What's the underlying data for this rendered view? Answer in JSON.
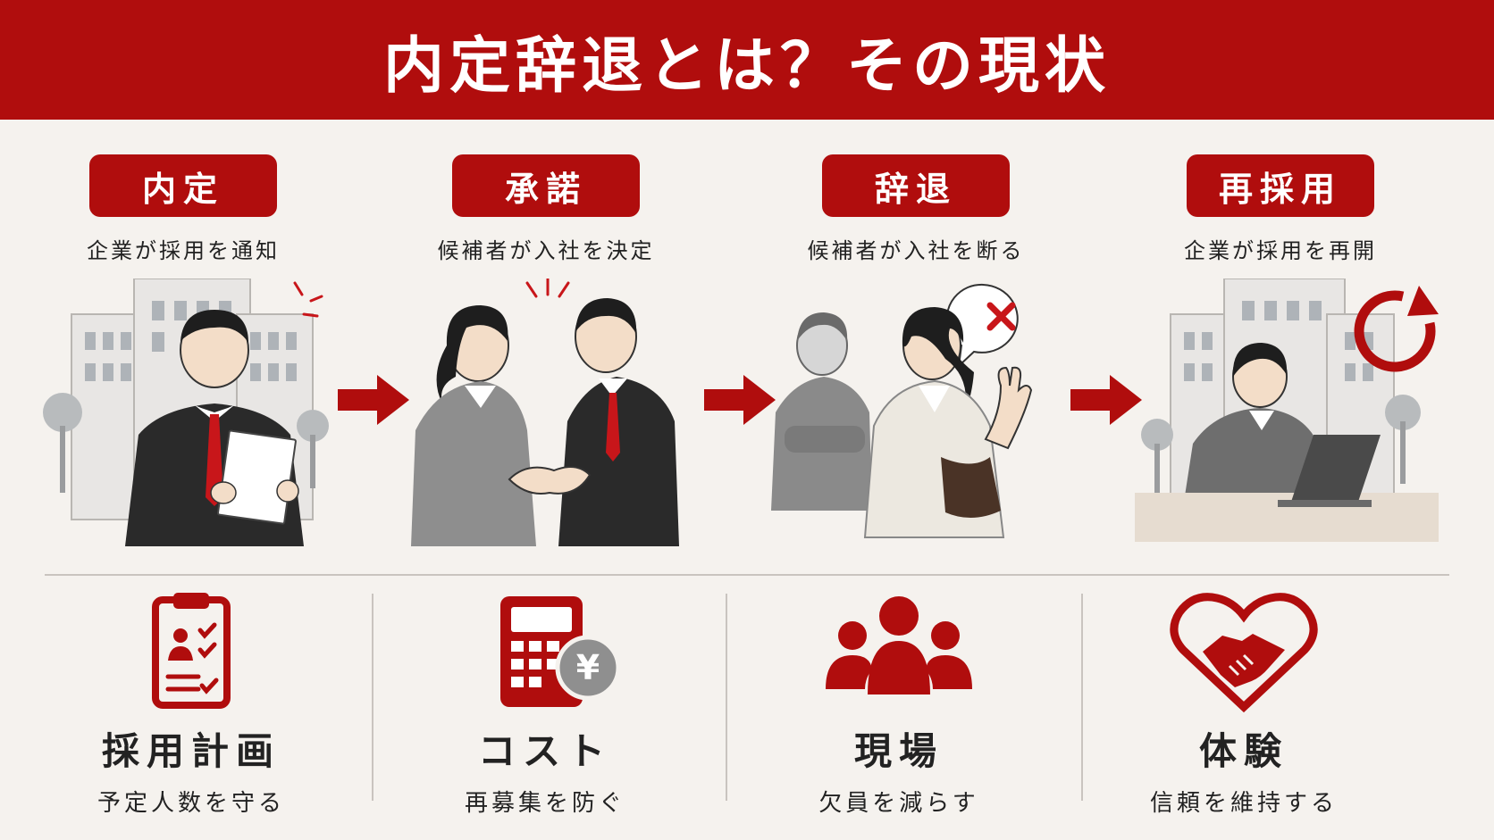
{
  "title": "内定辞退とは？その現状",
  "colors": {
    "accent": "#b00d0d",
    "background": "#f5f2ee",
    "gray": "#8a8a8a",
    "dark": "#2b2b2b"
  },
  "steps": [
    {
      "label": "内定",
      "desc": "企業が採用を通知",
      "icon": "office-building-with-man-holding-letter"
    },
    {
      "label": "承諾",
      "desc": "候補者が入社を決定",
      "icon": "handshake-people"
    },
    {
      "label": "辞退",
      "desc": "候補者が入社を断る",
      "icon": "woman-declining-with-x-bubble"
    },
    {
      "label": "再採用",
      "desc": "企業が採用を再開",
      "icon": "woman-at-laptop-with-refresh"
    }
  ],
  "impacts": [
    {
      "title": "採用計画",
      "sub": "予定人数を守る",
      "icon": "clipboard-checklist-icon"
    },
    {
      "title": "コスト",
      "sub": "再募集を防ぐ",
      "icon": "calculator-yen-icon"
    },
    {
      "title": "現場",
      "sub": "欠員を減らす",
      "icon": "team-people-icon"
    },
    {
      "title": "体験",
      "sub": "信頼を維持する",
      "icon": "heart-handshake-icon"
    }
  ],
  "yen_symbol": "¥"
}
